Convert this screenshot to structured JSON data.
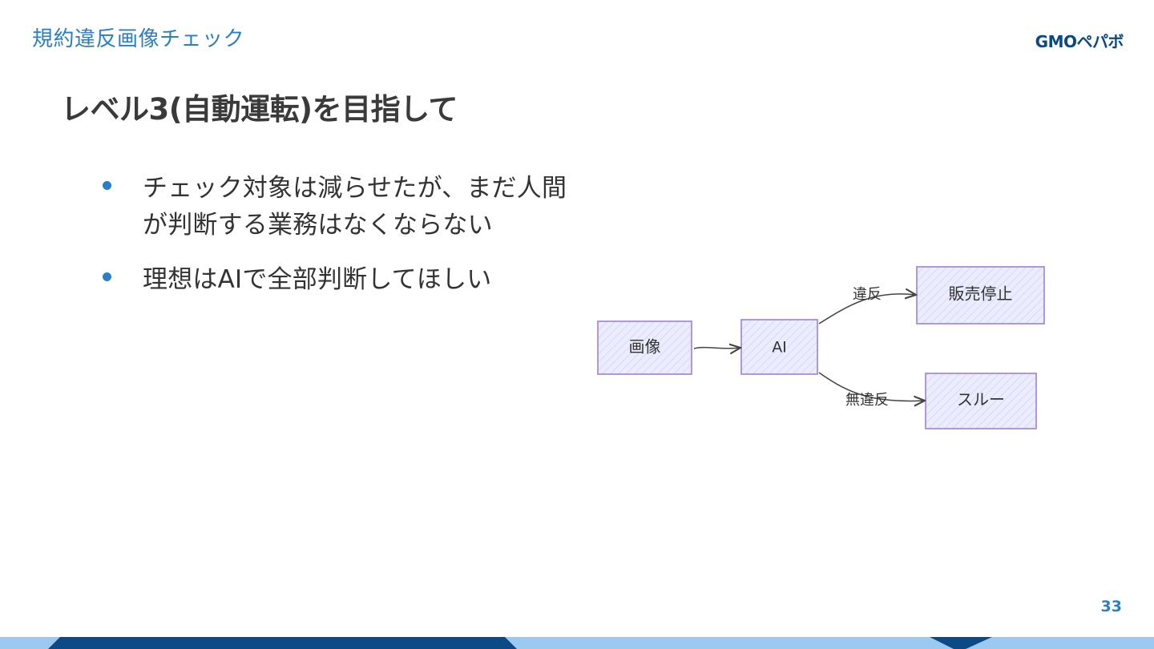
{
  "header": {
    "title": "規約違反画像チェック",
    "logo": "GMOペパボ"
  },
  "slide": {
    "title": "レベル3(自動運転)を目指して",
    "bullets": [
      {
        "line1": "チェック対象は減らせたが、まだ人間",
        "line2": "が判断する業務はなくならない"
      },
      {
        "line1": "理想はAIで全部判断してほしい",
        "line2": ""
      }
    ]
  },
  "diagram": {
    "nodes": {
      "image": "画像",
      "ai": "AI",
      "stop": "販売停止",
      "pass": "スルー"
    },
    "edges": {
      "violation": "違反",
      "no_violation": "無違反"
    },
    "colors": {
      "node_stroke": "#a98ed8",
      "node_fill": "#ececff",
      "arrow": "#444444"
    }
  },
  "footer": {
    "page_number": "33"
  },
  "colors": {
    "accent": "#2a7fc7",
    "dark_blue": "#0b4a85",
    "light_blue": "#9cc9ef"
  }
}
